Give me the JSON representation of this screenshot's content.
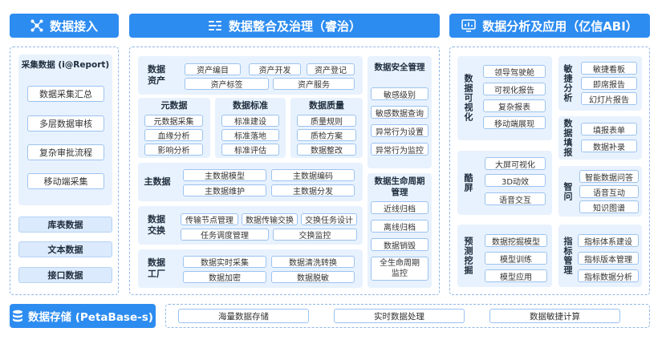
{
  "headers": {
    "ingest": "数据接入",
    "integrate": "数据整合及治理（睿治）",
    "analyze": "数据分析及应用（亿信ABI）",
    "storage": "数据存储 (PetaBase-s)"
  },
  "ingest": {
    "collect_title": "采集数据 (i@Report)",
    "collect_items": [
      "数据采集汇总",
      "多层数据审核",
      "复杂审批流程",
      "移动端采集"
    ],
    "others": [
      "库表数据",
      "文本数据",
      "接口数据"
    ]
  },
  "governance": {
    "asset": {
      "label": "数据资产",
      "items": [
        "资产编目",
        "资产开发",
        "资产登记",
        "资产标签",
        "资产服务"
      ]
    },
    "meta": {
      "title": "元数据",
      "items": [
        "元数据采集",
        "血缘分析",
        "影响分析"
      ]
    },
    "standard": {
      "title": "数据标准",
      "items": [
        "标准建设",
        "标准落地",
        "标准评估"
      ]
    },
    "quality": {
      "title": "数据质量",
      "items": [
        "质量规则",
        "质检方案",
        "数据整改"
      ]
    },
    "master": {
      "label": "主数据",
      "items": [
        "主数据模型",
        "主数据编码",
        "主数据维护",
        "主数据分发"
      ]
    },
    "exchange": {
      "label": "数据交换",
      "items": [
        "传输节点管理",
        "数据传输交换",
        "交换任务设计",
        "任务调度管理",
        "交换监控"
      ]
    },
    "factory": {
      "label": "数据工厂",
      "items": [
        "数据实时采集",
        "数据清洗转换",
        "数据加密",
        "数据脱敏"
      ]
    },
    "security": {
      "title": "数据安全管理",
      "items": [
        "敏感级别",
        "敏感数据查询",
        "异常行为设置",
        "异常行为监控"
      ]
    },
    "lifecycle": {
      "title": "数据生命周期管理",
      "items": [
        "近线归档",
        "离线归档",
        "数据销毁",
        "全生命周期监控"
      ]
    }
  },
  "analysis": {
    "viz": {
      "label": "数据可视化",
      "items": [
        "领导驾驶舱",
        "可视化报告",
        "复杂报表",
        "移动端展现"
      ]
    },
    "agile": {
      "label": "敏捷分析",
      "items": [
        "敏捷看板",
        "即席报告",
        "幻灯片报告"
      ]
    },
    "cool": {
      "label": "酷屏",
      "items": [
        "大屏可视化",
        "3D动效",
        "语音交互"
      ]
    },
    "fill": {
      "label": "数据填报",
      "items": [
        "填报表单",
        "数据补录"
      ]
    },
    "smart": {
      "label": "智问",
      "items": [
        "智能数据问答",
        "语音互动",
        "知识图谱"
      ]
    },
    "mining": {
      "label": "预测挖掘",
      "items": [
        "数据挖掘模型",
        "模型训练",
        "模型应用"
      ]
    },
    "metrics": {
      "label": "指标管理",
      "items": [
        "指标体系建设",
        "指标版本管理",
        "指标数据分析"
      ]
    }
  },
  "storage": {
    "items": [
      "海量数据存储",
      "实时数据处理",
      "数据敏捷计算"
    ]
  }
}
